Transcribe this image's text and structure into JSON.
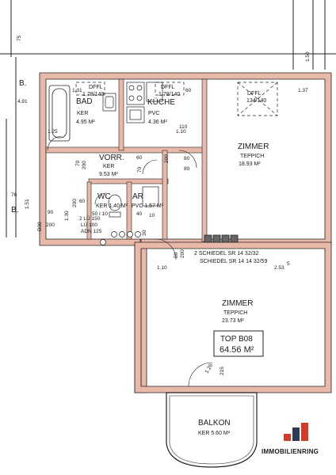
{
  "rooms": {
    "bad": {
      "name": "BAD",
      "floor": "KER",
      "area": "4.95 M²"
    },
    "kueche": {
      "name": "KÜCHE",
      "floor": "PVC",
      "area": "4.36 M²"
    },
    "vorr": {
      "name": "VORR.",
      "floor": "KER",
      "area": "9.53 M²"
    },
    "wc": {
      "name": "WC",
      "floor": "KER 1.40 M²"
    },
    "ar": {
      "name": "AR",
      "floor": "PVC 1.57 M²"
    },
    "zimmer1": {
      "name": "ZIMMER",
      "floor": "TEPPICH",
      "area": "18.93 M²"
    },
    "zimmer2": {
      "name": "ZIMMER",
      "floor": "TEPPICH",
      "area": "23.73 M²"
    },
    "balkon": {
      "name": "BALKON",
      "area": "KER 5.60 M²"
    }
  },
  "unit": {
    "label": "TOP B08",
    "area": "64.56 M²"
  },
  "ceiling_notes": {
    "bad": {
      "title": "DFFL",
      "value": "1.78/140"
    },
    "kueche": {
      "title": "DFFL",
      "value": "1.78/140"
    },
    "zimmer": {
      "title": "DFFL",
      "value": "134/140"
    }
  },
  "notes": {
    "schiedel1": "2 SCHIEDEL SR 14 32/32",
    "schiedel2": "SCHIEDEL SR 14 14 32/59",
    "luefter": [
      "2 LÜ 150",
      "LÜ 100",
      "ADN 125"
    ],
    "door_wc": "50 I 10",
    "b08": "B08"
  },
  "dimensions": {
    "d_75": "75",
    "d_150": "1.50",
    "d_b": "B.",
    "d_491": "4.91",
    "d_131": "1.31",
    "d_60a": "60",
    "d_137": "1.37",
    "d_125": "1.25",
    "d_110a": "1.10",
    "d_70a": "70",
    "d_200a": "200",
    "d_60b": "60",
    "d_80a": "80",
    "d_70b": "70",
    "d_200b": "200",
    "d_80b": "80",
    "d_60c": "60",
    "d_200c": "200",
    "d_90": "90",
    "d_130": "1.30",
    "d_200d": "200",
    "d_30": "30",
    "d_40": "40",
    "d_10": "10",
    "d_76": "76",
    "d_151": "1.51",
    "d_80c": "80",
    "d_200e": "200",
    "d_110b": "1.10",
    "d_253": "2.53",
    "d_5": "5",
    "d_126": "1.26",
    "d_215": "215",
    "d_110": "110",
    "d_b2": "B.",
    "d_80d": "80"
  },
  "brand": {
    "name": "IMMOBILIENRING",
    "color": "#d23a2a",
    "dark": "#2b3a55"
  }
}
